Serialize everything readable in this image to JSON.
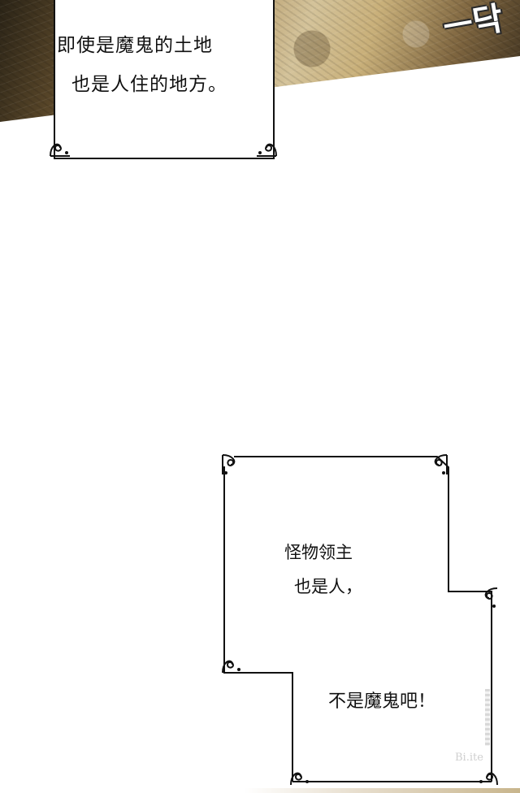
{
  "panel_top": {
    "sfx_text": "ㅡ닥",
    "caption": {
      "line1": "即使是魔鬼的土地",
      "line2": "也是人住的地方。"
    }
  },
  "panel_bottom": {
    "caption": {
      "line1": "怪物领主",
      "line2": "也是人，",
      "line3": "不是魔鬼吧！"
    }
  },
  "watermark_text": "Bi.ite",
  "icons": {
    "ornament": "corner-flourish-icon"
  },
  "colors": {
    "border": "#111111",
    "background": "#ffffff"
  }
}
